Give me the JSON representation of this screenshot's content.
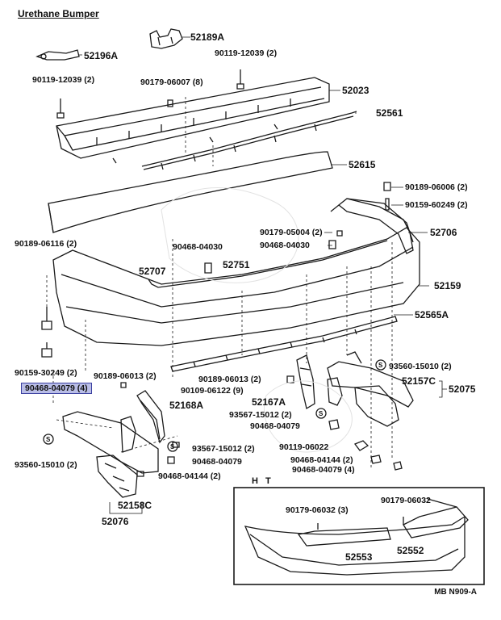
{
  "title": "Urethane Bumper",
  "reference_code": "MB N909-A",
  "inset_title": "H T",
  "highlight_color": "#b9bde6",
  "parts": {
    "p52189A": "52189A",
    "p52196A": "52196A",
    "p90119_top_right": "90119-12039 (2)",
    "p90179_06007": "90179-06007 (8)",
    "p90119_top_left": "90119-12039 (2)",
    "p52023": "52023",
    "p52561": "52561",
    "p52615": "52615",
    "p90189_06006": "90189-06006 (2)",
    "p90159_60249": "90159-60249 (2)",
    "p90179_05004": "90179-05004 (2)",
    "p52706": "52706",
    "p90468_04030_a": "90468-04030",
    "p90468_04030_b": "90468-04030",
    "p90189_06116": "90189-06116 (2)",
    "p52707": "52707",
    "p52751": "52751",
    "p52159": "52159",
    "p52565A": "52565A",
    "p90159_30249": "90159-30249 (2)",
    "p90189_06013_left": "90189-06013 (2)",
    "p93560_left_top": "93560-15010 (2)",
    "p90468_04079_hl": "90468-04079 (4)",
    "p90189_06013_mid": "90189-06013 (2)",
    "p90109_06122": "90109-06122 (9)",
    "p52157C": "52157C",
    "p52075": "52075",
    "p52168A": "52168A",
    "p52167A": "52167A",
    "p93567_mid": "93567-15012 (2)",
    "p90468_04079_mid": "90468-04079",
    "p93567_low": "93567-15012 (2)",
    "p90468_04079_low": "90468-04079",
    "p90119_06022": "90119-06022",
    "p90468_04144_r": "90468-04144 (2)",
    "p90468_04079_r": "90468-04079 (4)",
    "p93560_left_bottom": "93560-15010 (2)",
    "p90468_04144_l": "90468-04144 (2)",
    "p52158C": "52158C",
    "p52076": "52076",
    "p90179_06032_a": "90179-06032",
    "p90179_06032_b": "90179-06032 (3)",
    "p52553": "52553",
    "p52552": "52552"
  }
}
